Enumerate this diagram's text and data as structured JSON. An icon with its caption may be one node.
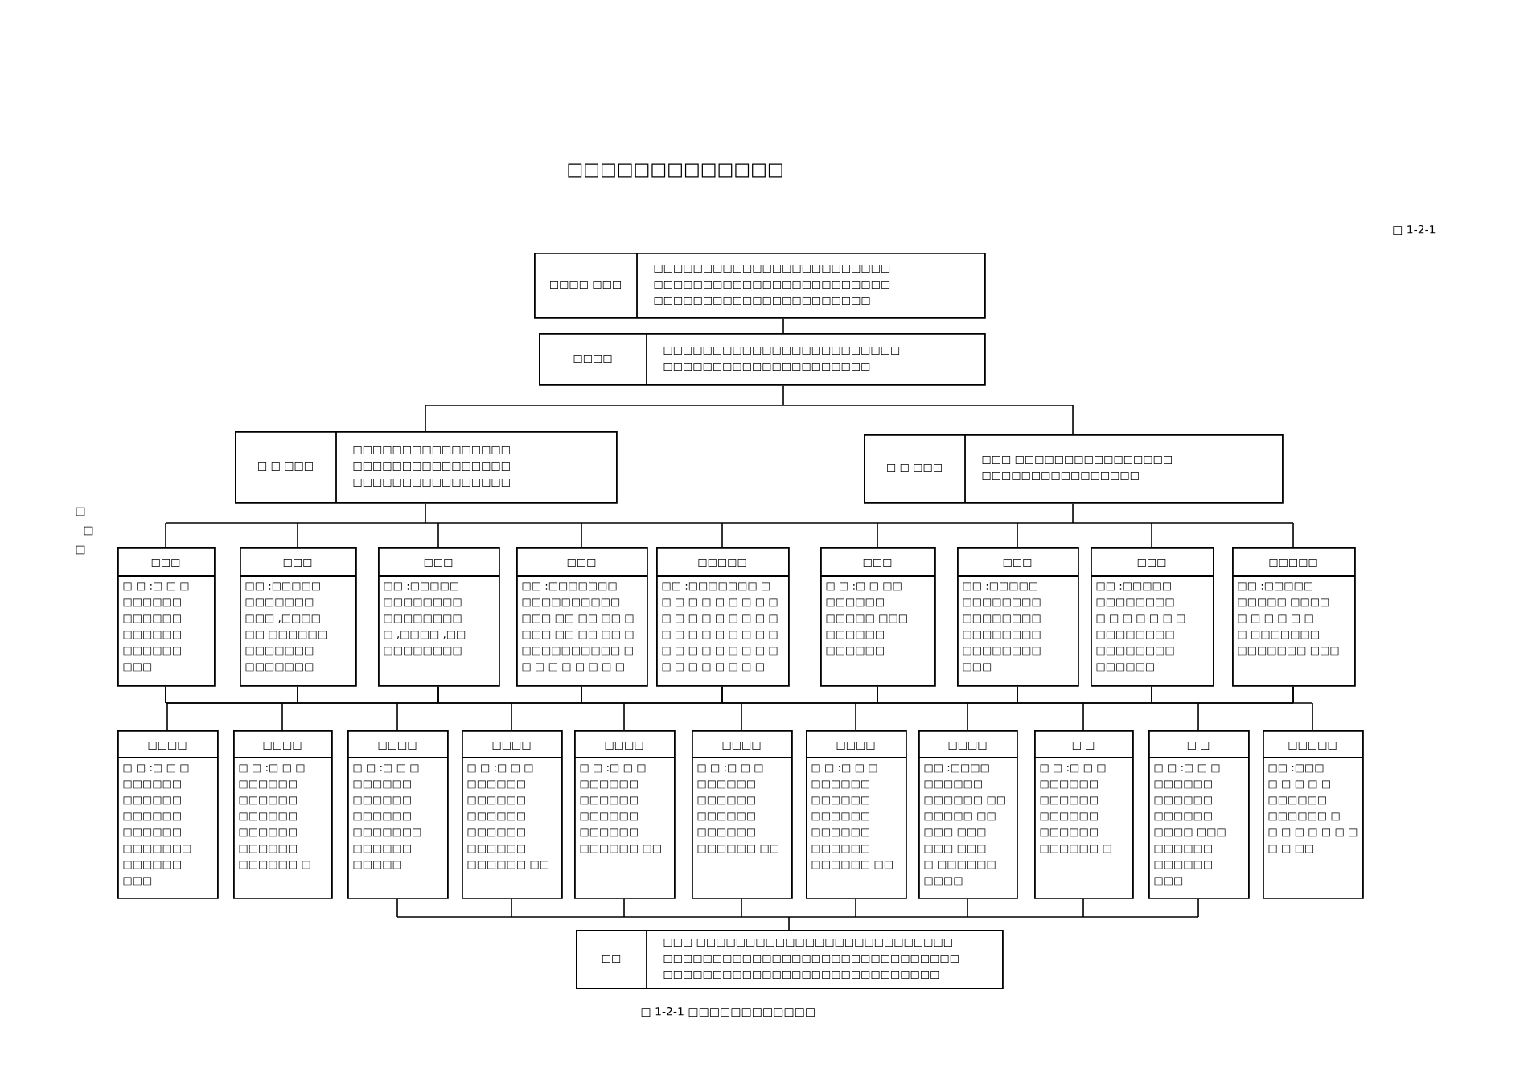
{
  "diagram": {
    "title": "□□□□□□□□□□□□□",
    "caption": "□ 1-2-1 □□□□□□□□□□□□",
    "nodes": [
      {
        "text": [
          "□□□□ □□□",
          "□□□□□□□□□□□□□□□□□□□□□□□□ □□□□□□□□□□□□□□□□□□□□□□□□ □□□□□□□□□□□□□□□□□□□□□□"
        ]
      },
      {
        "text": [
          "□□□□",
          "□□□□□□□□□□□□□□□□□□□□□□□□ □□□□□□□□□□□□□□□□□□□□□"
        ]
      },
      {
        "text": [
          "□ □ □□□",
          "□□□□□□□□□□□□□□□□ □□□□□□□□□□□□□□□□ □□□□□□□□□□□□□□□□"
        ]
      },
      {
        "text": [
          "□ □ □□□",
          "□□□ □□□□□□□□□□□□□□□□ □□□□□□□□□□□□□□□□"
        ]
      },
      {
        "text": [
          "□□□",
          "□ □ :□ □ □ □□□□□□ □□□□□□ □□□□□□ □□□□□□ □□□"
        ]
      },
      {
        "text": [
          "□□□",
          "□□ :□□□□□ □□□□□□□ □□□ ,□□□□ □□ □□□□□□ □□□□□□□ □□□□□□□"
        ]
      },
      {
        "text": [
          "□□□",
          "□□ :□□□□□ □□□□□□□□ □□□□□□□□ □ ,□□□□ ,□□ □□□□□□□□"
        ]
      },
      {
        "text": [
          "□□□",
          "□□ :□□□□□□□ □□□□□□□□□□ □□□ □□ □□ □□ □ □□□ □□ □□ □□ □ □□□□□□□□□□ □ □ □ □ □ □ □ □ □"
        ]
      },
      {
        "text": [
          "□□□□□",
          "□□ :□□□□□□□ □ □ □ □ □ □ □ □ □ □ □ □ □ □ □ □ □ □ □ □ □ □ □ □ □ □ □ □ □ □ □ □ □ □ □ □ □ □ □ □ □ □ □ □ □"
        ]
      },
      {
        "text": [
          "□□□",
          "□ □ :□ □ □□ □□□□□□ □□□□□ □□□ □□□□□□ □□□□□□"
        ]
      },
      {
        "text": [
          "□□□",
          "□□ :□□□□□ □□□□□□□□ □□□□□□□□ □□□□□□□□ □□□□□□□□ □□□"
        ]
      },
      {
        "text": [
          "□□□",
          "□□ :□□□□□ □□□□□□□□ □ □ □ □ □ □ □ □□□□□□□□ □□□□□□□□ □□□□□□"
        ]
      },
      {
        "text": [
          "□□□□□",
          "□□ :□□□□□ □□□□□ □□□□ □ □ □ □ □ □ □ □□□□□□□ □□□□□□□ □□□"
        ]
      },
      {
        "text": [
          "□□□□",
          "□ □ :□ □ □ □□□□□□ □□□□□□ □□□□□□ □□□□□□ □□□□□□□ □□□□□□ □□□"
        ]
      },
      {
        "text": [
          "□□□□",
          "□ □ :□ □ □ □□□□□□ □□□□□□ □□□□□□ □□□□□□ □□□□□□ □□□□□□ □"
        ]
      },
      {
        "text": [
          "□□□□",
          "□ □ :□ □ □ □□□□□□ □□□□□□ □□□□□□ □□□□□□□ □□□□□□ □□□□□"
        ]
      },
      {
        "text": [
          "□□□□",
          "□ □ :□ □ □ □□□□□□ □□□□□□ □□□□□□ □□□□□□ □□□□□□ □□□□□□ □□"
        ]
      },
      {
        "text": [
          "□□□□",
          "□ □ :□ □ □ □□□□□□ □□□□□□ □□□□□□ □□□□□□ □□□□□□ □□"
        ]
      },
      {
        "text": [
          "□□□□",
          "□ □ :□ □ □ □□□□□□ □□□□□□ □□□□□□ □□□□□□ □□□□□□ □□"
        ]
      },
      {
        "text": [
          "□□□□",
          "□ □ :□ □ □ □□□□□□ □□□□□□ □□□□□□ □□□□□□ □□□□□□ □□□□□□ □□"
        ]
      },
      {
        "text": [
          "□□□□",
          "□□ :□□□□ □□□□□□ □□□□□□ □□ □□□□□ □□ □□□ □□□ □□□ □□□ □ □□□□□□ □□□□"
        ]
      },
      {
        "text": [
          "□ □",
          "□ □ :□ □ □ □□□□□□ □□□□□□ □□□□□□ □□□□□□ □□□□□□ □"
        ]
      },
      {
        "text": [
          "□ □",
          "□ □ :□ □ □ □□□□□□ □□□□□□ □□□□□□ □□□□ □□□ □□□□□□ □□□□□□ □□□"
        ]
      },
      {
        "text": [
          "□□□□□",
          "□□ :□□□ □ □ □ □ □ □□□□□□ □□□□□□ □ □ □ □ □ □ □ □ □ □ □□"
        ]
      },
      {
        "text": [
          "□□",
          "□□□ □□□□□□□□□□□□□□□□□□□□□□□□□□ □□□□□□□□□□□□□□□□□□□□□□□□□□□□□□ □□□□□□□□□□□□□□□□□□□□□□□□□□□□"
        ]
      }
    ],
    "edges": [
      {
        "from": 0,
        "to": 1,
        "arrow": "none"
      },
      {
        "from": 1,
        "to": 2,
        "arrow": "none"
      },
      {
        "from": 1,
        "to": 3,
        "arrow": "none"
      },
      {
        "from": 2,
        "to": 4,
        "arrow": "none"
      },
      {
        "from": 2,
        "to": 5,
        "arrow": "none"
      },
      {
        "from": 2,
        "to": 6,
        "arrow": "none"
      },
      {
        "from": 2,
        "to": 7,
        "arrow": "none"
      },
      {
        "from": 2,
        "to": 8,
        "arrow": "none"
      },
      {
        "from": 2,
        "to": 9,
        "arrow": "none"
      },
      {
        "from": 2,
        "to": 10,
        "arrow": "none"
      },
      {
        "from": 2,
        "to": 11,
        "arrow": "none"
      },
      {
        "from": 2,
        "to": 12,
        "arrow": "none"
      },
      {
        "from": 3,
        "to": 4,
        "arrow": "none"
      },
      {
        "from": 3,
        "to": 5,
        "arrow": "none"
      },
      {
        "from": 3,
        "to": 6,
        "arrow": "none"
      },
      {
        "from": 3,
        "to": 7,
        "arrow": "none"
      },
      {
        "from": 3,
        "to": 8,
        "arrow": "none"
      },
      {
        "from": 3,
        "to": 9,
        "arrow": "none"
      },
      {
        "from": 3,
        "to": 10,
        "arrow": "none"
      },
      {
        "from": 3,
        "to": 11,
        "arrow": "none"
      },
      {
        "from": 3,
        "to": 12,
        "arrow": "none"
      },
      {
        "from": 4,
        "to": 13,
        "arrow": "none"
      },
      {
        "from": 4,
        "to": 14,
        "arrow": "none"
      },
      {
        "from": 4,
        "to": 15,
        "arrow": "none"
      },
      {
        "from": 4,
        "to": 16,
        "arrow": "none"
      },
      {
        "from": 4,
        "to": 17,
        "arrow": "none"
      },
      {
        "from": 4,
        "to": 18,
        "arrow": "none"
      },
      {
        "from": 4,
        "to": 19,
        "arrow": "none"
      },
      {
        "from": 4,
        "to": 20,
        "arrow": "none"
      },
      {
        "from": 4,
        "to": 21,
        "arrow": "none"
      },
      {
        "from": 4,
        "to": 22,
        "arrow": "none"
      },
      {
        "from": 4,
        "to": 23,
        "arrow": "none"
      },
      {
        "from": 5,
        "to": 13,
        "arrow": "none"
      },
      {
        "from": 5,
        "to": 14,
        "arrow": "none"
      },
      {
        "from": 5,
        "to": 15,
        "arrow": "none"
      },
      {
        "from": 5,
        "to": 16,
        "arrow": "none"
      },
      {
        "from": 5,
        "to": 17,
        "arrow": "none"
      },
      {
        "from": 5,
        "to": 18,
        "arrow": "none"
      },
      {
        "from": 5,
        "to": 19,
        "arrow": "none"
      },
      {
        "from": 5,
        "to": 20,
        "arrow": "none"
      },
      {
        "from": 5,
        "to": 21,
        "arrow": "none"
      },
      {
        "from": 5,
        "to": 22,
        "arrow": "none"
      },
      {
        "from": 5,
        "to": 23,
        "arrow": "none"
      },
      {
        "from": 6,
        "to": 13,
        "arrow": "none"
      },
      {
        "from": 6,
        "to": 14,
        "arrow": "none"
      },
      {
        "from": 6,
        "to": 15,
        "arrow": "none"
      },
      {
        "from": 6,
        "to": 16,
        "arrow": "none"
      },
      {
        "from": 6,
        "to": 17,
        "arrow": "none"
      },
      {
        "from": 6,
        "to": 18,
        "arrow": "none"
      },
      {
        "from": 6,
        "to": 19,
        "arrow": "none"
      },
      {
        "from": 6,
        "to": 20,
        "arrow": "none"
      },
      {
        "from": 6,
        "to": 21,
        "arrow": "none"
      },
      {
        "from": 6,
        "to": 22,
        "arrow": "none"
      },
      {
        "from": 6,
        "to": 23,
        "arrow": "none"
      },
      {
        "from": 7,
        "to": 13,
        "arrow": "none"
      },
      {
        "from": 7,
        "to": 14,
        "arrow": "none"
      },
      {
        "from": 7,
        "to": 15,
        "arrow": "none"
      },
      {
        "from": 7,
        "to": 16,
        "arrow": "none"
      },
      {
        "from": 7,
        "to": 17,
        "arrow": "none"
      },
      {
        "from": 7,
        "to": 18,
        "arrow": "none"
      },
      {
        "from": 7,
        "to": 19,
        "arrow": "none"
      },
      {
        "from": 7,
        "to": 20,
        "arrow": "none"
      },
      {
        "from": 7,
        "to": 21,
        "arrow": "none"
      },
      {
        "from": 7,
        "to": 22,
        "arrow": "none"
      },
      {
        "from": 7,
        "to": 23,
        "arrow": "none"
      },
      {
        "from": 8,
        "to": 13,
        "arrow": "none"
      },
      {
        "from": 8,
        "to": 14,
        "arrow": "none"
      },
      {
        "from": 8,
        "to": 15,
        "arrow": "none"
      },
      {
        "from": 8,
        "to": 16,
        "arrow": "none"
      },
      {
        "from": 8,
        "to": 17,
        "arrow": "none"
      },
      {
        "from": 8,
        "to": 18,
        "arrow": "none"
      },
      {
        "from": 8,
        "to": 19,
        "arrow": "none"
      },
      {
        "from": 8,
        "to": 20,
        "arrow": "none"
      },
      {
        "from": 8,
        "to": 21,
        "arrow": "none"
      },
      {
        "from": 8,
        "to": 22,
        "arrow": "none"
      },
      {
        "from": 8,
        "to": 23,
        "arrow": "none"
      },
      {
        "from": 9,
        "to": 13,
        "arrow": "none"
      },
      {
        "from": 9,
        "to": 14,
        "arrow": "none"
      },
      {
        "from": 9,
        "to": 15,
        "arrow": "none"
      },
      {
        "from": 9,
        "to": 16,
        "arrow": "none"
      },
      {
        "from": 9,
        "to": 17,
        "arrow": "none"
      },
      {
        "from": 9,
        "to": 18,
        "arrow": "none"
      },
      {
        "from": 9,
        "to": 19,
        "arrow": "none"
      },
      {
        "from": 9,
        "to": 20,
        "arrow": "none"
      },
      {
        "from": 9,
        "to": 21,
        "arrow": "none"
      },
      {
        "from": 9,
        "to": 22,
        "arrow": "none"
      },
      {
        "from": 9,
        "to": 23,
        "arrow": "none"
      },
      {
        "from": 10,
        "to": 13,
        "arrow": "none"
      },
      {
        "from": 10,
        "to": 14,
        "arrow": "none"
      },
      {
        "from": 10,
        "to": 15,
        "arrow": "none"
      },
      {
        "from": 10,
        "to": 16,
        "arrow": "none"
      },
      {
        "from": 10,
        "to": 17,
        "arrow": "none"
      },
      {
        "from": 10,
        "to": 18,
        "arrow": "none"
      },
      {
        "from": 10,
        "to": 19,
        "arrow": "none"
      },
      {
        "from": 10,
        "to": 20,
        "arrow": "none"
      },
      {
        "from": 10,
        "to": 21,
        "arrow": "none"
      },
      {
        "from": 10,
        "to": 22,
        "arrow": "none"
      },
      {
        "from": 10,
        "to": 23,
        "arrow": "none"
      },
      {
        "from": 11,
        "to": 13,
        "arrow": "none"
      },
      {
        "from": 11,
        "to": 14,
        "arrow": "none"
      },
      {
        "from": 11,
        "to": 15,
        "arrow": "none"
      },
      {
        "from": 11,
        "to": 16,
        "arrow": "none"
      },
      {
        "from": 11,
        "to": 17,
        "arrow": "none"
      },
      {
        "from": 11,
        "to": 18,
        "arrow": "none"
      },
      {
        "from": 11,
        "to": 19,
        "arrow": "none"
      },
      {
        "from": 11,
        "to": 20,
        "arrow": "none"
      },
      {
        "from": 11,
        "to": 21,
        "arrow": "none"
      },
      {
        "from": 11,
        "to": 22,
        "arrow": "none"
      },
      {
        "from": 11,
        "to": 23,
        "arrow": "none"
      },
      {
        "from": 12,
        "to": 13,
        "arrow": "none"
      },
      {
        "from": 12,
        "to": 14,
        "arrow": "none"
      },
      {
        "from": 12,
        "to": 15,
        "arrow": "none"
      },
      {
        "from": 12,
        "to": 16,
        "arrow": "none"
      },
      {
        "from": 12,
        "to": 17,
        "arrow": "none"
      },
      {
        "from": 12,
        "to": 18,
        "arrow": "none"
      },
      {
        "from": 12,
        "to": 19,
        "arrow": "none"
      },
      {
        "from": 12,
        "to": 20,
        "arrow": "none"
      },
      {
        "from": 12,
        "to": 21,
        "arrow": "none"
      },
      {
        "from": 12,
        "to": 22,
        "arrow": "none"
      },
      {
        "from": 12,
        "to": 23,
        "arrow": "none"
      },
      {
        "from": 15,
        "to": 24,
        "arrow": "none"
      },
      {
        "from": 16,
        "to": 24,
        "arrow": "none"
      },
      {
        "from": 17,
        "to": 24,
        "arrow": "none"
      },
      {
        "from": 18,
        "to": 24,
        "arrow": "none"
      },
      {
        "from": 19,
        "to": 24,
        "arrow": "none"
      },
      {
        "from": 20,
        "to": 24,
        "arrow": "none"
      },
      {
        "from": 21,
        "to": 24,
        "arrow": "none"
      },
      {
        "from": 22,
        "to": 24,
        "arrow": "none"
      }
    ],
    "labels": [
      "□ 1-2-1",
      "□",
      "□",
      "□"
    ]
  }
}
